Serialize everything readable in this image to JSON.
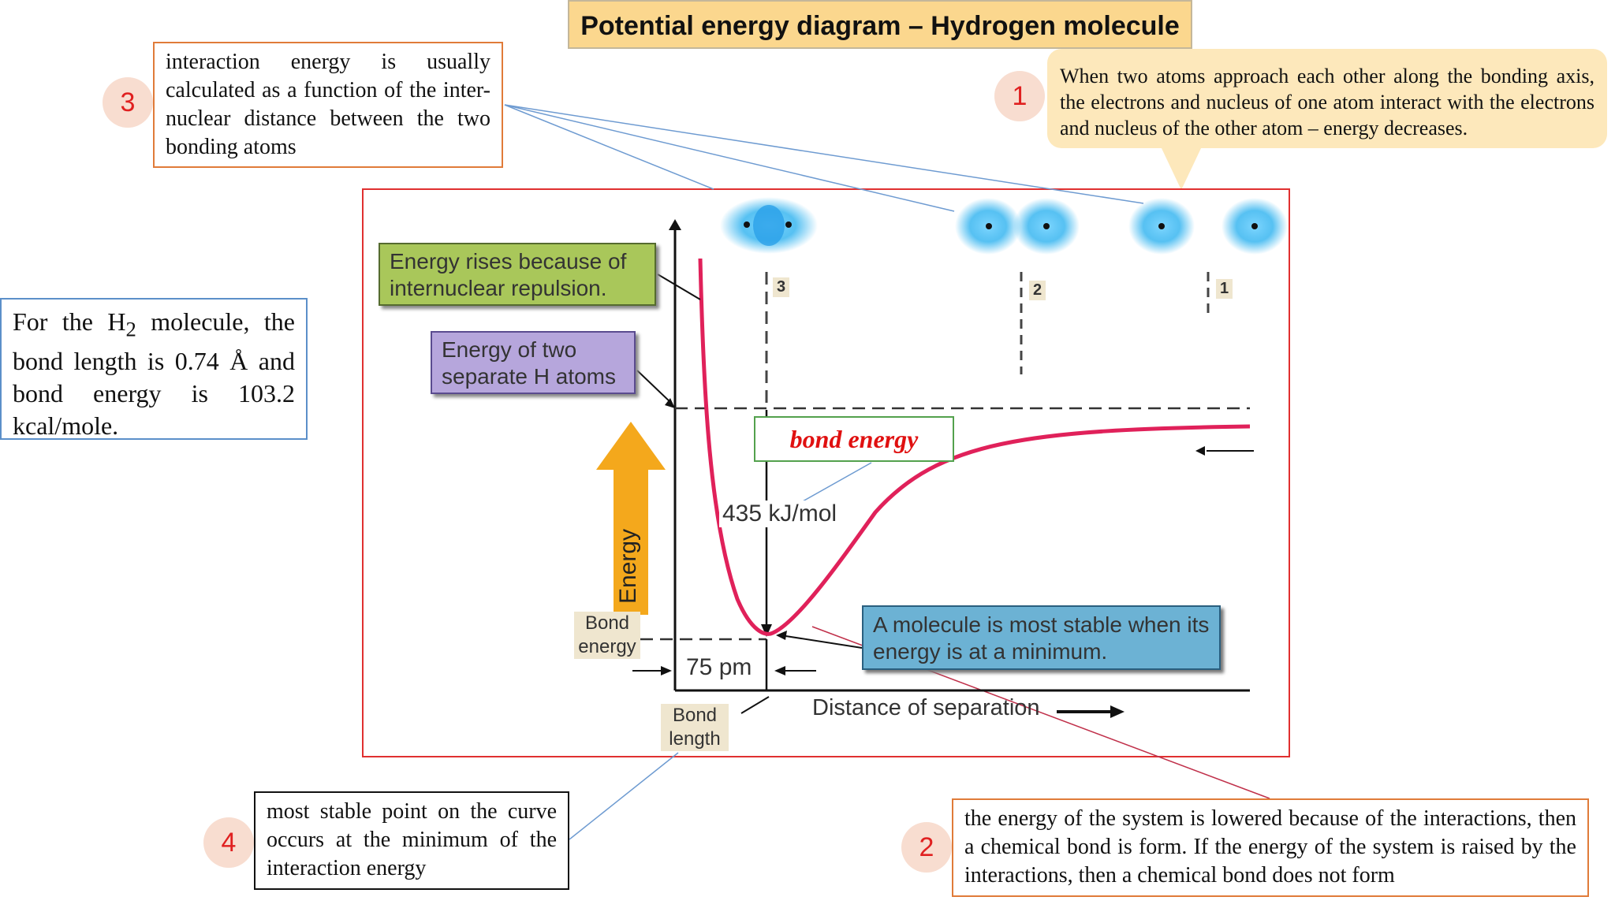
{
  "title": "Potential energy diagram – Hydrogen molecule",
  "notes": {
    "n3_text": "interaction energy is usually calculated as a function of the inter-nuclear distance between the two bonding atoms",
    "n1_text": "When two atoms approach each other along the bonding axis, the electrons and nucleus of one atom interact with the electrons and nucleus of the other atom – energy decreases.",
    "left_text_a": "For the H",
    "left_sub": "2",
    "left_text_b": " molecule, the bond length is 0.74 Å and bond energy is 103.2 kcal/mole.",
    "n4_text": "most stable point on the curve occurs at the minimum of the interaction energy",
    "n2_text": "the energy of the system is lowered because of the interactions, then a chemical bond is form. If the energy of the system is raised by the interactions, then a chemical bond does not form"
  },
  "badges": {
    "b1": "1",
    "b2": "2",
    "b3": "3",
    "b4": "4"
  },
  "diagram": {
    "label_repulsion": "Energy rises because of internuclear repulsion.",
    "label_separate": "Energy of two separate H atoms",
    "label_bond_energy": "bond energy",
    "label_kj": "435 kJ/mol",
    "label_energy_axis": "Energy",
    "label_bond_energy_small_1": "Bond",
    "label_bond_energy_small_2": "energy",
    "label_pm": "75 pm",
    "label_stable": "A molecule is most stable when its energy is at a minimum.",
    "label_distance": "Distance of separation",
    "label_bond_length_1": "Bond",
    "label_bond_length_2": "length",
    "marker_3": "3",
    "marker_2": "2",
    "marker_1": "1"
  },
  "colors": {
    "curve": "#e0215a",
    "frame": "#e03030",
    "arrow": "#f4a81c",
    "atom_glow": "#39b6f0"
  }
}
